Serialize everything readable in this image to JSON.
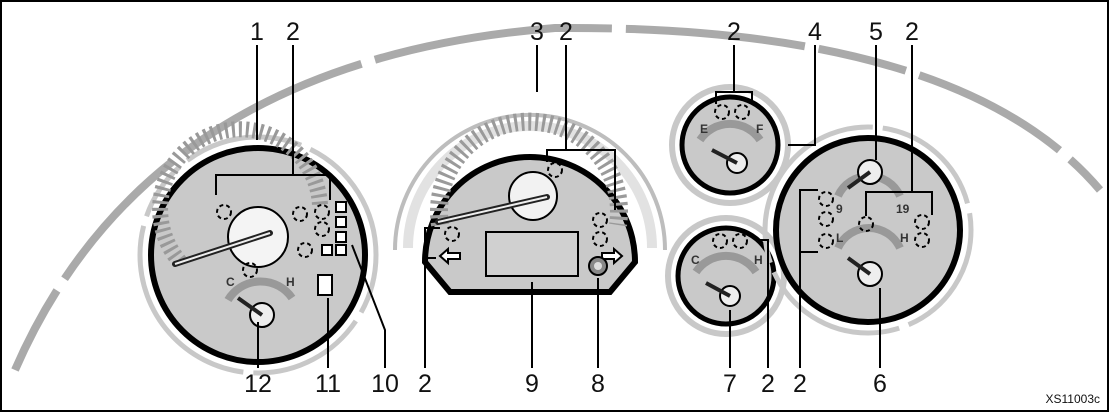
{
  "callouts": {
    "c1": "1",
    "c2a": "2",
    "c3": "3",
    "c2b": "2",
    "c2c": "2",
    "c4": "4",
    "c5": "5",
    "c2d": "2",
    "c12": "12",
    "c11": "11",
    "c10": "10",
    "c2e": "2",
    "c9": "9",
    "c8": "8",
    "c7": "7",
    "c2f": "2",
    "c2g": "2",
    "c6": "6"
  },
  "gauge_marks": {
    "temp_left_cold": "C",
    "temp_left_hot": "H",
    "fuel_empty": "E",
    "fuel_full": "F",
    "temp_center_cold": "C",
    "temp_center_hot": "H",
    "voltmeter_low": "9",
    "voltmeter_high": "19",
    "oil_low": "L",
    "oil_high": "H"
  },
  "figure_code": "XS11003c",
  "colors": {
    "face": "#c9c9c9",
    "scale": "#9a9a9a",
    "bezel": "#000000",
    "trim": "#b5b5b5"
  }
}
